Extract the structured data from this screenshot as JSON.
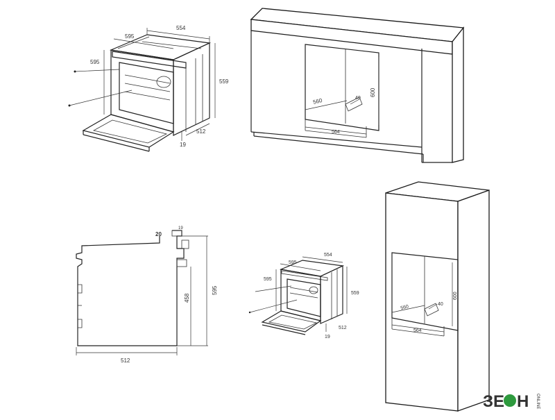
{
  "colors": {
    "line": "#222222",
    "logo_green": "#2e9a3e",
    "logo_black": "#1a1a1a"
  },
  "oven_top": {
    "dims": {
      "depth_554": "554",
      "width_595": "595",
      "height_595": "595",
      "height_559": "559",
      "side_512": "512",
      "door_19": "19"
    }
  },
  "cabinet_top": {
    "dims": {
      "width_560": "560",
      "depth_40": "40",
      "height_600": "600",
      "width_564": "564"
    }
  },
  "side_profile": {
    "dims": {
      "top_20": "20",
      "top_19": "19",
      "height_458": "458",
      "height_595": "595",
      "depth_512": "512"
    }
  },
  "oven_small": {
    "dims": {
      "depth_554": "554",
      "width_595": "595",
      "height_595": "595",
      "height_559": "559",
      "side_512": "512",
      "door_19": "19"
    }
  },
  "tall_cabinet": {
    "dims": {
      "width_560": "560",
      "depth_40": "40",
      "height_600": "600",
      "width_564": "564"
    }
  },
  "logo": {
    "brand": "ЗЕОН",
    "sub": "ONLINE",
    "icon": "zeon-logo-icon"
  }
}
